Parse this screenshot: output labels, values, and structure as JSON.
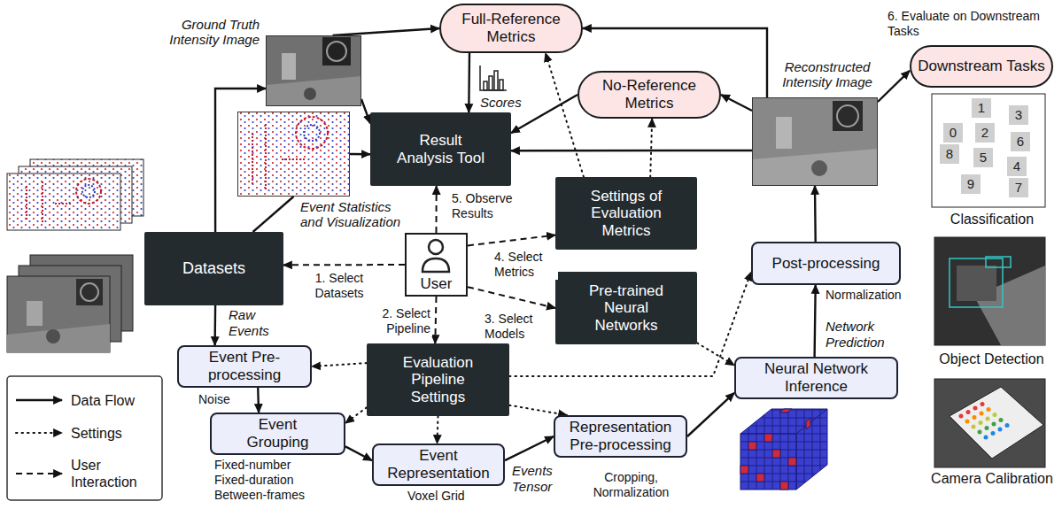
{
  "diagram": {
    "nodes": [
      {
        "text": [
          "Full-Reference Metrics"
        ]
      },
      {
        "text": [
          "Ground Truth Intensity Image"
        ]
      },
      {
        "text": [
          "No-Reference Metrics"
        ]
      },
      {
        "text": [
          "Reconstructed Intensity Image"
        ]
      },
      {
        "text": [
          "Downstream Tasks"
        ]
      },
      {
        "text": [
          "Result Analysis Tool"
        ]
      },
      {
        "text": [
          "Event Statistics and Visualization"
        ]
      },
      {
        "text": [
          "Settings of Evaluation Metrics"
        ]
      },
      {
        "text": [
          "Datasets"
        ]
      },
      {
        "text": [
          "User"
        ]
      },
      {
        "text": [
          "Pre-trained Neural Networks"
        ]
      },
      {
        "text": [
          "Post-processing"
        ]
      },
      {
        "text": [
          "Event Pre-processing"
        ]
      },
      {
        "text": [
          "Evaluation Pipeline Settings"
        ]
      },
      {
        "text": [
          "Neural Network Inference"
        ]
      },
      {
        "text": [
          "Event Grouping"
        ]
      },
      {
        "text": [
          "Event Representation"
        ]
      },
      {
        "text": [
          "Representation Pre-processing"
        ]
      }
    ],
    "edges": [
      {
        "from": 8,
        "to": 1,
        "arrow": "to"
      },
      {
        "from": 1,
        "to": 0,
        "arrow": "to"
      },
      {
        "from": 1,
        "to": 5,
        "arrow": "to"
      },
      {
        "from": 8,
        "to": 6,
        "arrow": "none"
      },
      {
        "from": 6,
        "to": 5,
        "arrow": "to"
      },
      {
        "from": 0,
        "to": 5,
        "label": "Scores",
        "arrow": "to"
      },
      {
        "from": 2,
        "to": 5,
        "arrow": "to"
      },
      {
        "from": 3,
        "to": 0,
        "arrow": "to"
      },
      {
        "from": 3,
        "to": 2,
        "arrow": "to"
      },
      {
        "from": 3,
        "to": 5,
        "arrow": "to"
      },
      {
        "from": 3,
        "to": 4,
        "label": "6. Evaluate on Downstream Tasks",
        "arrow": "to"
      },
      {
        "from": 8,
        "to": 12,
        "label": "Raw Events",
        "arrow": "to"
      },
      {
        "from": 12,
        "to": 15,
        "arrow": "to"
      },
      {
        "from": 15,
        "to": 16,
        "arrow": "to"
      },
      {
        "from": 16,
        "to": 17,
        "label": "Events Tensor",
        "arrow": "to"
      },
      {
        "from": 17,
        "to": 14,
        "arrow": "to"
      },
      {
        "from": 14,
        "to": 11,
        "label": "Network Prediction",
        "arrow": "to"
      },
      {
        "from": 11,
        "to": 3,
        "arrow": "to"
      },
      {
        "from": 10,
        "to": 14,
        "arrow": "to"
      },
      {
        "from": 13,
        "to": 12,
        "arrow": "to"
      },
      {
        "from": 13,
        "to": 15,
        "arrow": "to"
      },
      {
        "from": 13,
        "to": 16,
        "arrow": "to"
      },
      {
        "from": 13,
        "to": 17,
        "arrow": "to"
      },
      {
        "from": 13,
        "to": 11,
        "arrow": "to"
      },
      {
        "from": 7,
        "to": 0,
        "arrow": "to"
      },
      {
        "from": 7,
        "to": 2,
        "arrow": "to"
      },
      {
        "from": 9,
        "to": 8,
        "label": "1. Select Datasets",
        "arrow": "to"
      },
      {
        "from": 9,
        "to": 13,
        "label": "2. Select Pipeline",
        "arrow": "to"
      },
      {
        "from": 9,
        "to": 10,
        "label": "3. Select Models",
        "arrow": "to"
      },
      {
        "from": 9,
        "to": 7,
        "label": "4. Select Metrics",
        "arrow": "to"
      },
      {
        "from": 9,
        "to": 5,
        "label": "5. Observe Results",
        "arrow": "to"
      }
    ],
    "labels": [
      "Noise",
      "Fixed-number Fixed-duration Between-frames",
      "Voxel Grid",
      "Cropping, Normalization",
      "Normalization",
      "Classification",
      "Object Detection",
      "Camera Calibration",
      "1",
      "3",
      "0",
      "2",
      "6",
      "8",
      "5",
      "4",
      "9",
      "7"
    ],
    "legend": [
      {
        "text": "Data Flow"
      },
      {
        "text": "Settings"
      },
      {
        "text": "User Interaction"
      }
    ]
  }
}
